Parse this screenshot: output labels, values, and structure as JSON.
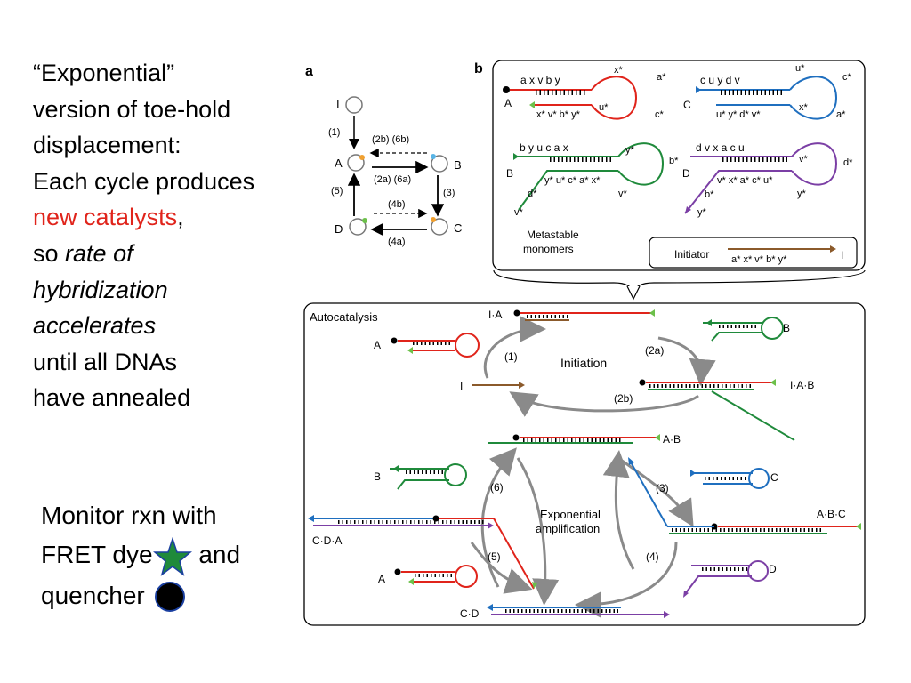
{
  "slide": {
    "lines": [
      "“Exponential”",
      "version of toe-hold",
      "displacement:",
      "Each cycle produces"
    ],
    "red_phrase": "new catalysts",
    "comma": ",",
    "so_word": "so",
    "italic_1": "rate of",
    "italic_2": "hybridization",
    "italic_3": "accelerates",
    "line_until": "until all DNAs",
    "line_have": "have annealed",
    "monitor_line1": "Monitor rxn with",
    "monitor_fret": "FRET dye",
    "monitor_and": "and",
    "monitor_quencher": "quencher",
    "colors": {
      "red": "#e0241b",
      "star": "#1f8a3b",
      "star_edge": "#1a3fa0",
      "dot": "#000000"
    }
  },
  "panel_a": {
    "label": "a",
    "nodes": {
      "I": "I",
      "A": "A",
      "B": "B",
      "C": "C",
      "D": "D"
    },
    "steps": {
      "s1": "(1)",
      "s2b6b": "(2b) (6b)",
      "s2a6a": "(2a)  (6a)",
      "s3": "(3)",
      "s4b": "(4b)",
      "s4a": "(4a)",
      "s5": "(5)"
    }
  },
  "panel_b": {
    "label": "b",
    "A": {
      "name": "A",
      "top": "a  x  v  b  y",
      "bottom": "x*  v*  b*  y*",
      "loop_top": "x*",
      "loop_mid": "u*",
      "loop_right": "a*",
      "loop_bot": "c*"
    },
    "C": {
      "name": "C",
      "top": "c  u  y  d  v",
      "bottom": "u*  y*  d*  v*",
      "loop_mid": "x*",
      "loop_top": "u*",
      "loop_right": "c*",
      "loop_bot": "a*"
    },
    "B": {
      "name": "B",
      "top": "b  y  u  c  a  x",
      "bottom": "y*  u*  c*  a*  x*",
      "loop_top": "y*",
      "loop_right": "b*",
      "loop_bot": "v*",
      "tail1": "d*",
      "tail2": "v*"
    },
    "D": {
      "name": "D",
      "top": "d  v  x  a  c  u",
      "bottom": "v*  x*  a*  c*  u*",
      "loop_top": "v*",
      "loop_right": "d*",
      "loop_bot": "y*",
      "tail1": "b*",
      "tail2": "y*"
    },
    "metastable": [
      "Metastable",
      "monomers"
    ],
    "initiator_label": "Initiator",
    "initiator_seq": "a*  x*  v*  b*  y*",
    "initiator_name": "I"
  },
  "autocatalysis": {
    "title": "Autocatalysis",
    "initiation": "Initiation",
    "exp1": "Exponential",
    "exp2": "amplification",
    "labels": {
      "IA": "I·A",
      "A": "A",
      "I": "I",
      "B": "B",
      "IAB": "I·A·B",
      "AB": "A·B",
      "C": "C",
      "ABC": "A·B·C",
      "CDA": "C·D·A",
      "D": "D",
      "CD": "C·D",
      "A2": "A",
      "B2": "B"
    },
    "steps": {
      "s1": "(1)",
      "s2a": "(2a)",
      "s2b": "(2b)",
      "s3": "(3)",
      "s4": "(4)",
      "s5": "(5)",
      "s6": "(6)"
    }
  }
}
